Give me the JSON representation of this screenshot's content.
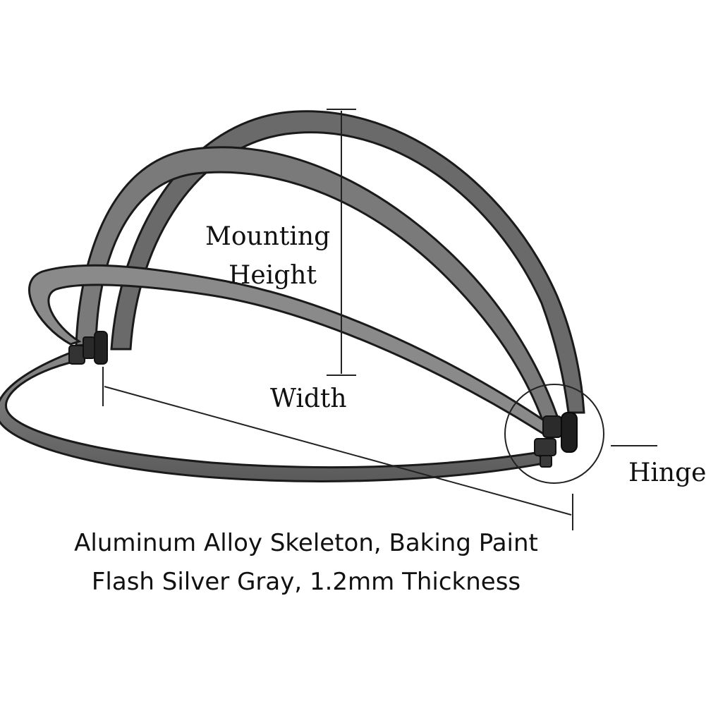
{
  "labels": {
    "mounting_line1": "Mounting",
    "mounting_line2": "Height",
    "width": "Width",
    "hinge": "Hinge"
  },
  "caption": {
    "line1": "Aluminum Alloy Skeleton, Baking Paint",
    "line2": "Flash Silver Gray, 1.2mm Thickness"
  },
  "colors": {
    "frame_fill": "#6f6f6f",
    "frame_edge": "#1a1a1a",
    "hinge_dark": "#222222",
    "annotation_line": "#222222"
  }
}
